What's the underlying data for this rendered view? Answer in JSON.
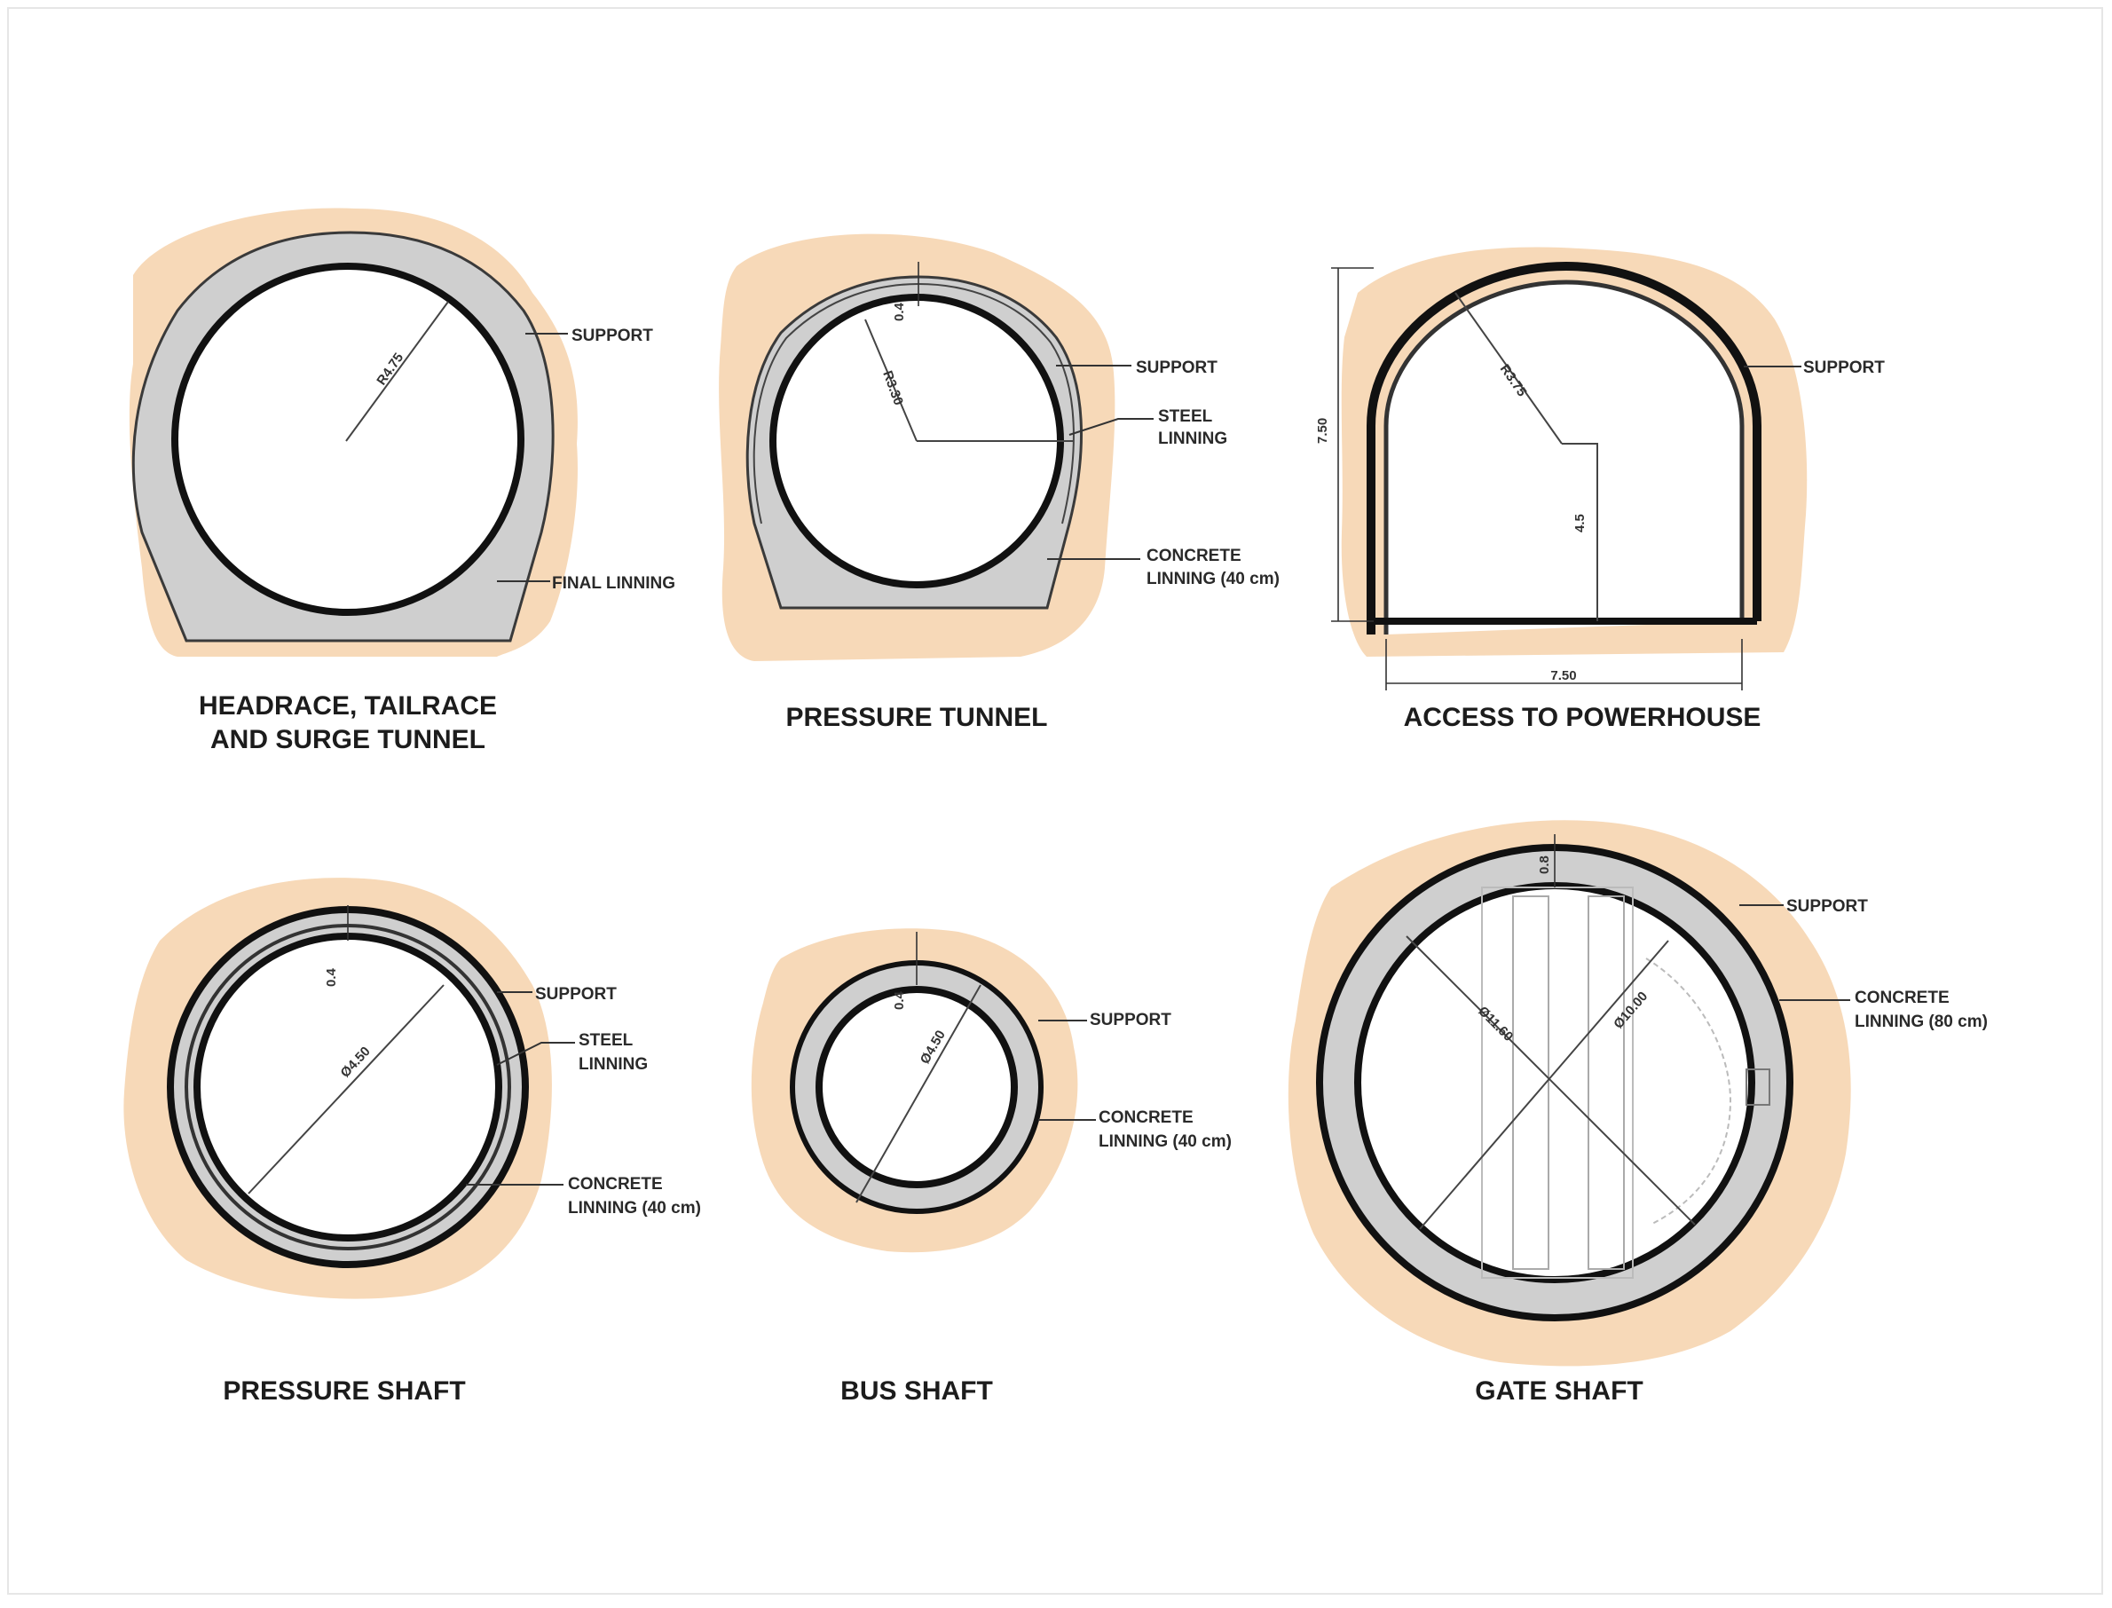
{
  "figures": [
    {
      "id": "headrace",
      "title_lines": [
        "HEADRACE, TAILRACE",
        "AND SURGE TUNNEL"
      ],
      "labels": [
        "SUPPORT",
        "FINAL LINNING"
      ],
      "dims": [
        "R4.75"
      ]
    },
    {
      "id": "pressure_tunnel",
      "title_lines": [
        "PRESSURE TUNNEL"
      ],
      "labels": [
        "SUPPORT",
        "STEEL",
        "LINNING",
        "CONCRETE",
        "LINNING (40 cm)"
      ],
      "dims": [
        "0.4",
        "R3.30"
      ]
    },
    {
      "id": "access",
      "title_lines": [
        "ACCESS TO POWERHOUSE"
      ],
      "labels": [
        "SUPPORT"
      ],
      "dims": [
        "R3.75",
        "4.5",
        "7.50",
        "7.50"
      ]
    },
    {
      "id": "pressure_shaft",
      "title_lines": [
        "PRESSURE SHAFT"
      ],
      "labels": [
        "SUPPORT",
        "STEEL",
        "LINNING",
        "CONCRETE",
        "LINNING (40 cm)"
      ],
      "dims": [
        "0.4",
        "Ø4.50"
      ]
    },
    {
      "id": "bus_shaft",
      "title_lines": [
        "BUS SHAFT"
      ],
      "labels": [
        "SUPPORT",
        "CONCRETE",
        "LINNING (40 cm)"
      ],
      "dims": [
        "0.4",
        "Ø4.50"
      ]
    },
    {
      "id": "gate_shaft",
      "title_lines": [
        "GATE SHAFT"
      ],
      "labels": [
        "SUPPORT",
        "CONCRETE",
        "LINNING (80 cm)"
      ],
      "dims": [
        "0.8",
        "Ø11.60",
        "Ø10.00"
      ]
    }
  ],
  "colors": {
    "rock": "#f7d9b8",
    "lining": "#cfcfcf",
    "outline": "#111111"
  }
}
